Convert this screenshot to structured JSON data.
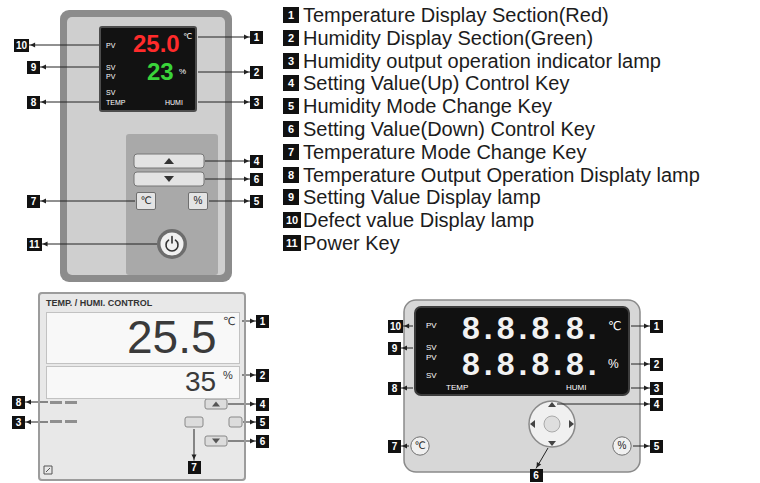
{
  "diagram": {
    "nodes": [
      {
        "text": [
          "PV",
          "25.0",
          "℃",
          "SV",
          "PV",
          "23",
          "%",
          "SV",
          "TEMP",
          "HUMI"
        ]
      },
      {
        "text": [
          "℃"
        ]
      },
      {
        "text": [
          "%"
        ]
      },
      {
        "text": [
          "TEMP. / HUMI. CONTROL"
        ]
      },
      {
        "text": [
          "25.5",
          "℃"
        ],
        "in": 3
      },
      {
        "text": [
          "35",
          "%"
        ],
        "in": 3
      },
      {
        "text": [
          "PV",
          "8.8.8.8.",
          "℃",
          "SV",
          "PV",
          "8.8.8.8.",
          "%",
          "SV",
          "TEMP",
          "HUMI"
        ]
      },
      {
        "text": [
          "℃"
        ]
      },
      {
        "text": [
          "%"
        ]
      }
    ],
    "labels": [
      "1",
      "Temperature Display Section(Red)",
      "2",
      "Humidity Display Section(Green)",
      "3",
      "Humidity output operation indicator lamp",
      "4",
      "Setting Value(Up) Control Key",
      "5",
      "Humidity Mode Change Key",
      "6",
      "Setting Value(Down) Control Key",
      "7",
      "Temperature Mode Change Key",
      "8",
      "Temperature Output Operation Displaty lamp",
      "9",
      "Setting Value Display lamp",
      "10",
      "Defect value Display lamp",
      "11",
      "Power Key",
      "10",
      "9",
      "8",
      "7",
      "11",
      "1",
      "2",
      "3",
      "4",
      "6",
      "5",
      "1",
      "2",
      "8",
      "3",
      "4",
      "5",
      "6",
      "7",
      "10",
      "9",
      "8",
      "7",
      "6",
      "1",
      "2",
      "3",
      "4",
      "5"
    ]
  }
}
